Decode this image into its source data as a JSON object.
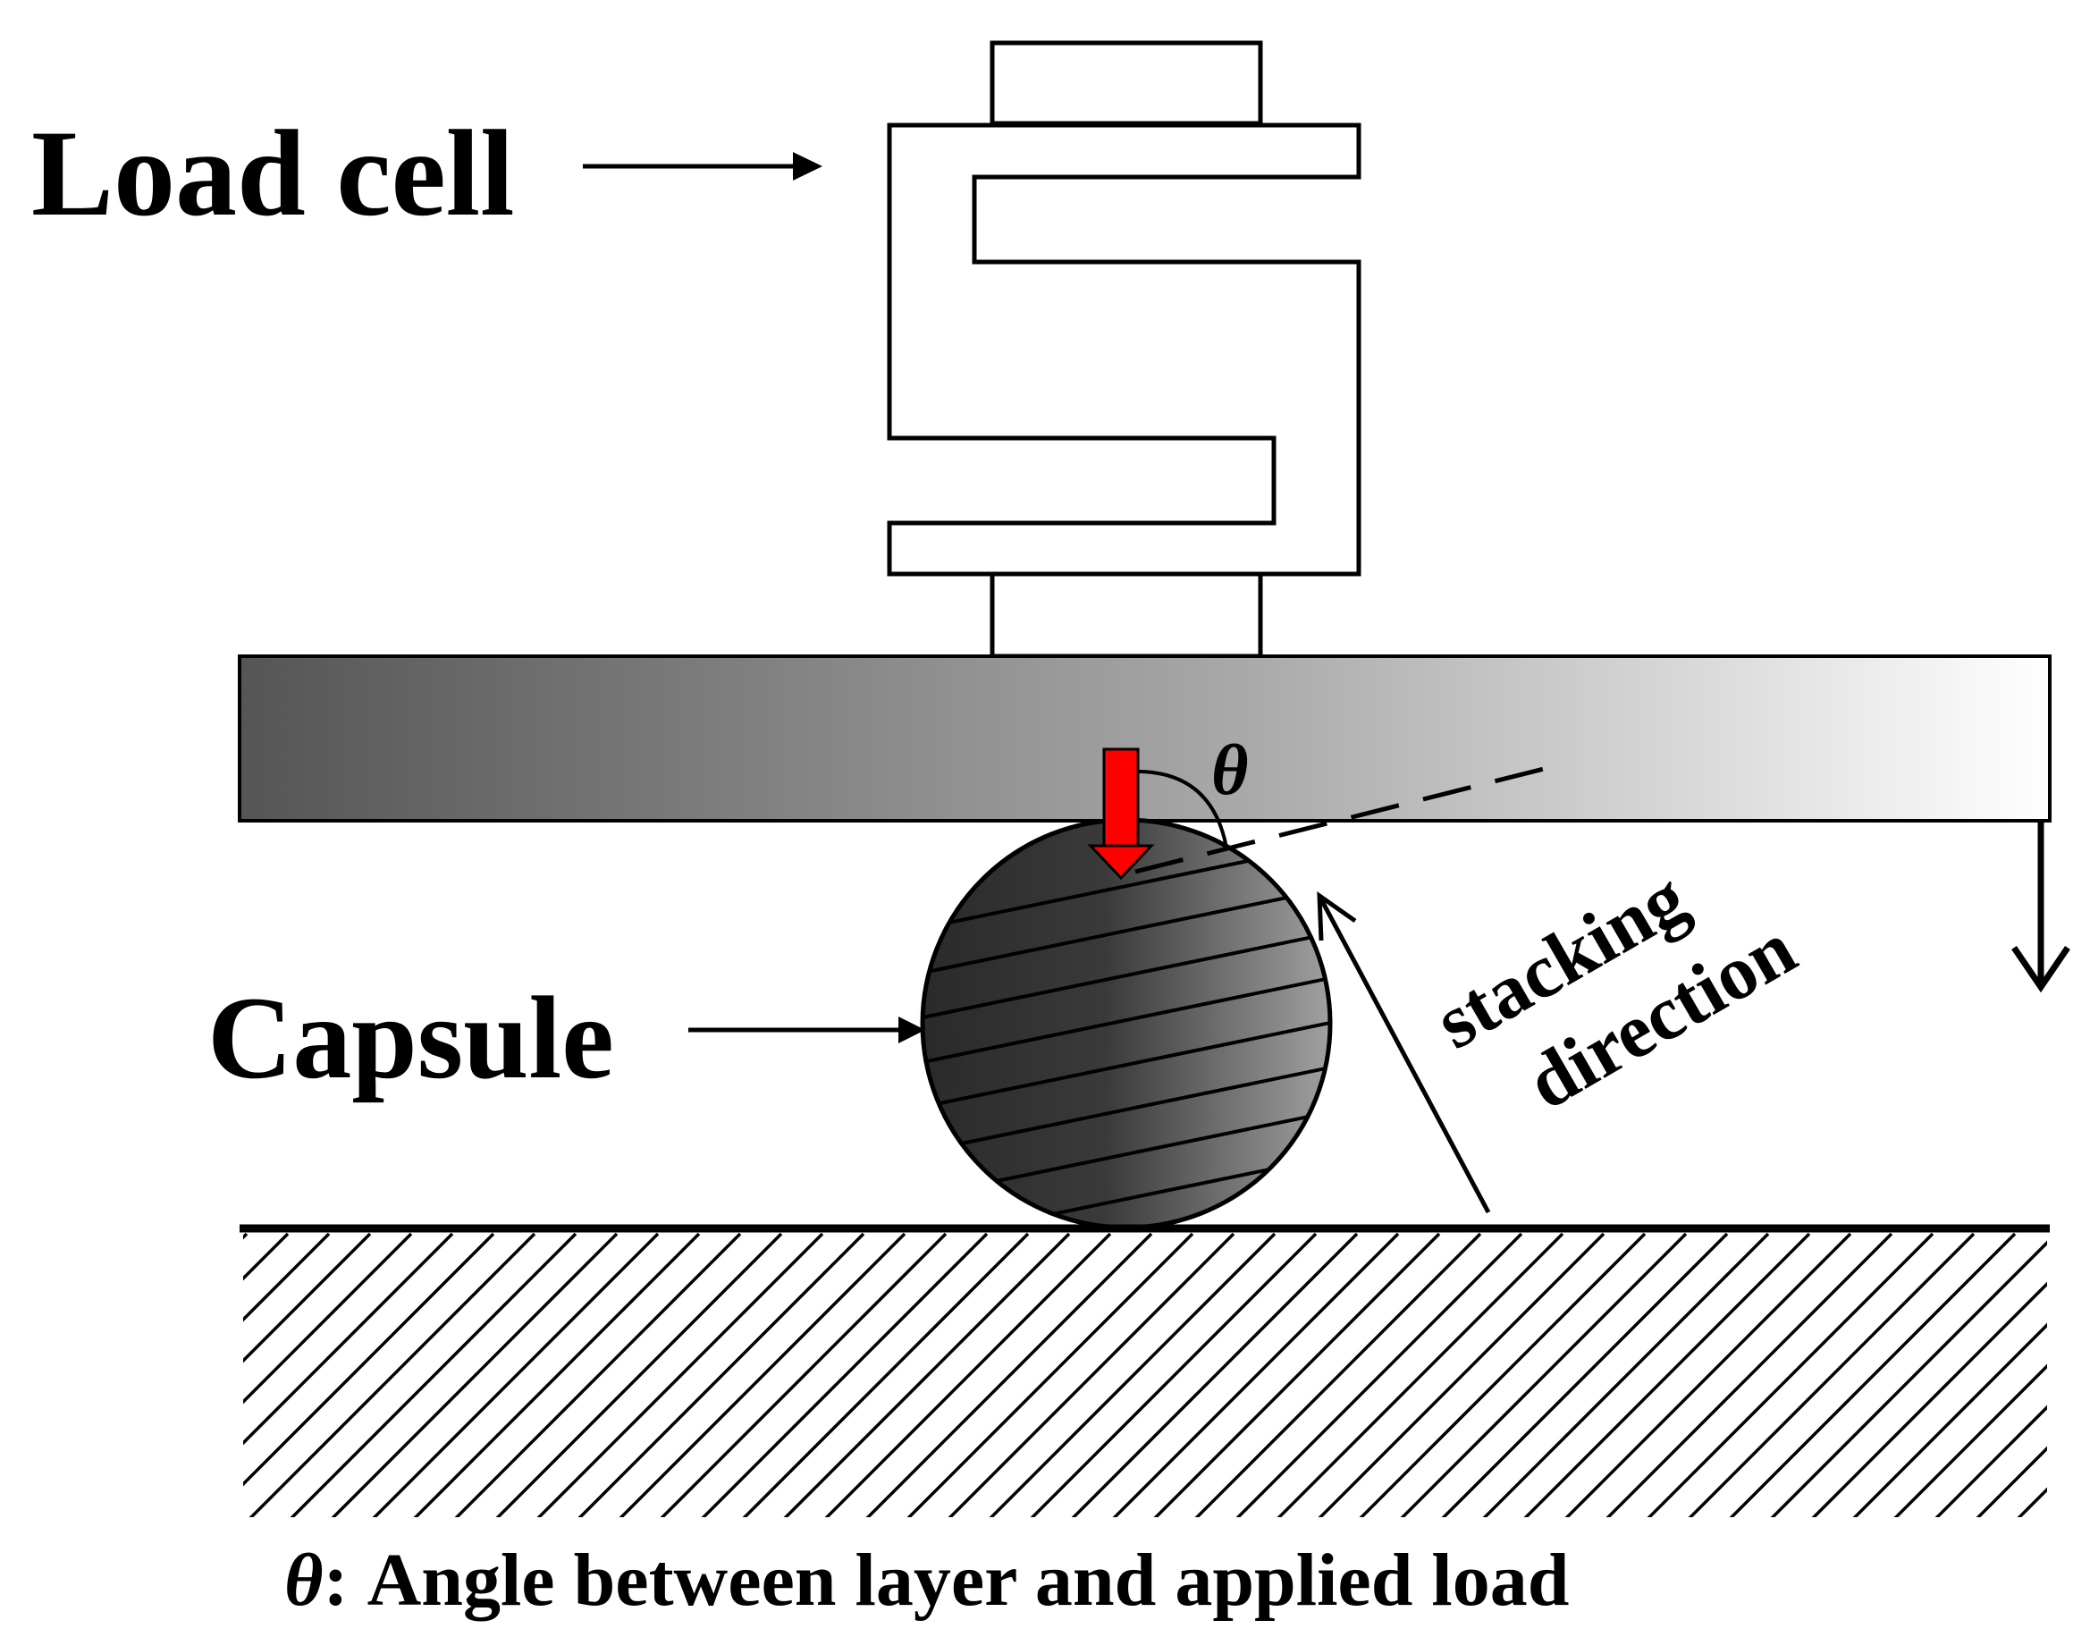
{
  "labels": {
    "load_cell": "Load cell",
    "capsule": "Capsule",
    "theta_symbol": "θ",
    "stacking_line1": "stacking",
    "stacking_line2": "direction",
    "caption_symbol": "θ",
    "caption_text": ": Angle between layer and applied load"
  },
  "colors": {
    "load_arrow": "#ff0000",
    "beam_dark": "#555555",
    "beam_light": "#ffffff",
    "capsule_dark": "#2a2a2a",
    "capsule_light": "#9a9a9a"
  }
}
